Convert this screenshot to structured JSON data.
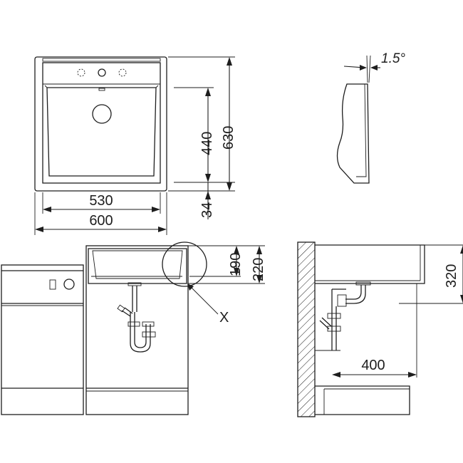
{
  "dimensions": {
    "overall_depth": "630",
    "basin_depth": "440",
    "rim_offset": "34",
    "basin_width": "530",
    "overall_width": "600",
    "tilt_angle": "1.5°",
    "front_height": "190",
    "overall_height": "220",
    "detail_marker": "X",
    "mount_height": "320",
    "drain_offset": "400"
  },
  "colors": {
    "stroke": "#1e1e1e",
    "background": "#ffffff"
  }
}
